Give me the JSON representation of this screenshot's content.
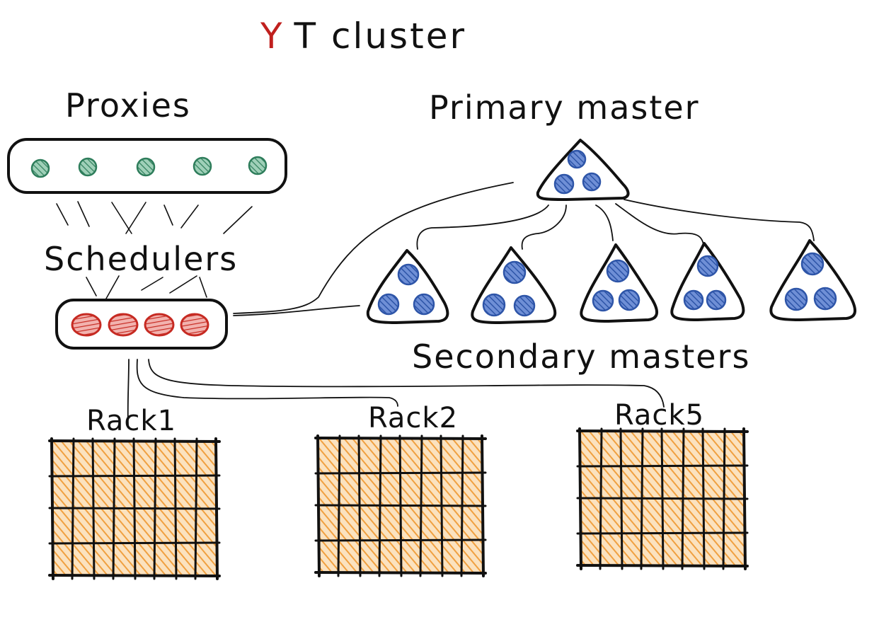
{
  "title": {
    "prefix": "Y",
    "rest": "T cluster"
  },
  "labels": {
    "proxies": "Proxies",
    "schedulers": "Schedulers",
    "primary_master": "Primary master",
    "secondary_masters": "Secondary masters"
  },
  "racks": [
    {
      "label": "Rack1"
    },
    {
      "label": "Rack2"
    },
    {
      "label": "Rack5"
    }
  ],
  "colors": {
    "title_accent": "#c0201e",
    "proxy_node": "#2e7d5b",
    "scheduler_node": "#c62a22",
    "master_node": "#2e55a8",
    "rack_fill": "#f0a040",
    "ink": "#111111"
  }
}
